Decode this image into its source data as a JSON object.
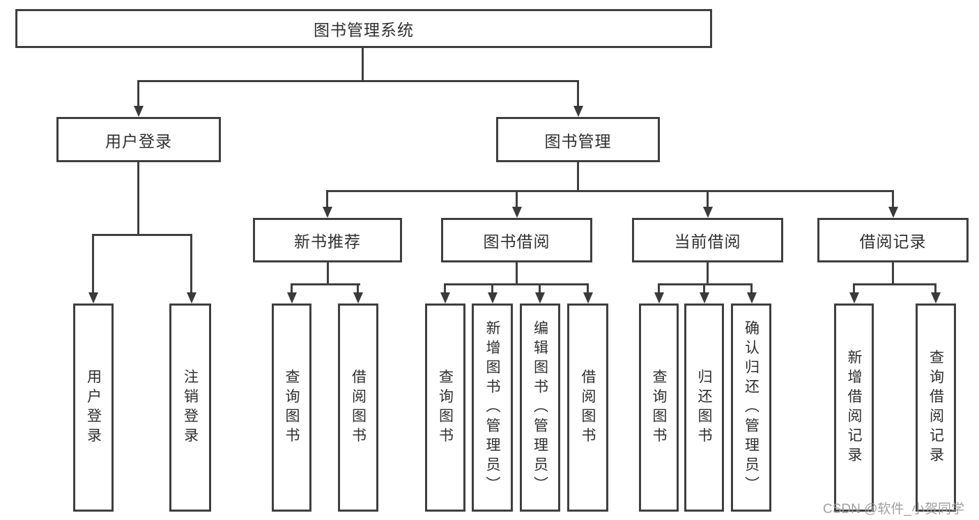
{
  "diagram": {
    "root": {
      "label": "图书管理系统"
    },
    "level2": [
      {
        "label": "用户登录"
      },
      {
        "label": "图书管理"
      }
    ],
    "level3": [
      {
        "label": "新书推荐"
      },
      {
        "label": "图书借阅"
      },
      {
        "label": "当前借阅"
      },
      {
        "label": "借阅记录"
      }
    ],
    "leaves": {
      "user_login": [
        "用户登录",
        "注销登录"
      ],
      "new_book": [
        "查询图书",
        "借阅图书"
      ],
      "book_borrow": [
        "查询图书",
        "新增图书（管理员）",
        "编辑图书（管理员）",
        "借阅图书"
      ],
      "current_borrow": [
        "查询图书",
        "归还图书",
        "确认归还（管理员）"
      ],
      "borrow_records": [
        "新增借阅记录",
        "查询借阅记录"
      ]
    }
  },
  "watermark": {
    "text": "CSDN @软件_小贺同学"
  },
  "colors": {
    "line": "#3f3f3f",
    "text": "#2f2f2f",
    "background": "#ffffff",
    "watermark": "#9b9b9b"
  }
}
